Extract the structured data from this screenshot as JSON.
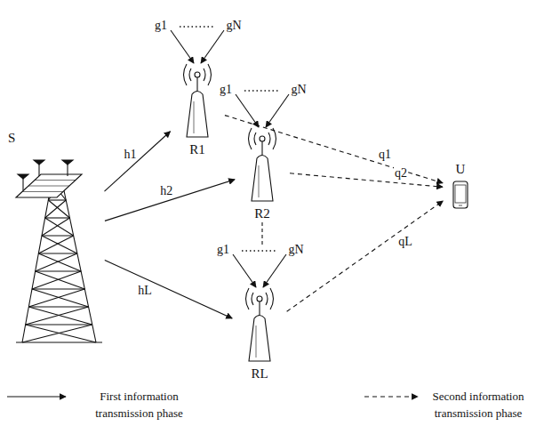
{
  "diagram": {
    "nodes": [
      {
        "text": [
          "S"
        ]
      },
      {
        "text": [
          "R1"
        ]
      },
      {
        "text": [
          "R2"
        ]
      },
      {
        "text": [
          "RL"
        ]
      },
      {
        "text": [
          "U"
        ]
      }
    ],
    "edges": [
      {
        "from": 0,
        "to": 1,
        "label": "h1",
        "arrow": "to"
      },
      {
        "from": 0,
        "to": 2,
        "label": "h2",
        "arrow": "to"
      },
      {
        "from": 0,
        "to": 3,
        "label": "hL",
        "arrow": "to"
      },
      {
        "from": 1,
        "to": 4,
        "label": "q1",
        "arrow": "to"
      },
      {
        "from": 2,
        "to": 4,
        "label": "q2",
        "arrow": "to"
      },
      {
        "from": 3,
        "to": 4,
        "label": "qL",
        "arrow": "to"
      }
    ],
    "labels": [
      "g1",
      "gN",
      "g1",
      "gN",
      "g1",
      "gN"
    ],
    "legend": [
      {
        "text": "First information transmission phase"
      },
      {
        "text": "Second information transmission phase"
      }
    ]
  }
}
